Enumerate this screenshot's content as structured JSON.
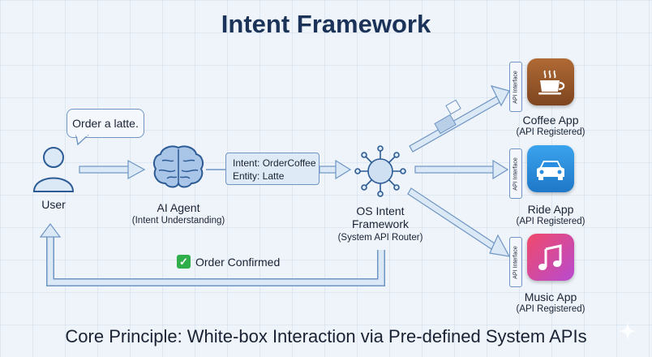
{
  "title": "Intent Framework",
  "footer": "Core Principle: White-box Interaction via Pre-defined System APIs",
  "user": {
    "label": "User",
    "speech": "Order a latte."
  },
  "agent": {
    "label": "AI Agent",
    "sublabel": "(Intent Understanding)"
  },
  "intent": {
    "line1": "Intent: OrderCoffee",
    "line2": "Entity: Latte"
  },
  "os": {
    "line1": "OS Intent",
    "line2": "Framework",
    "sublabel": "(System API Router)"
  },
  "confirmation": "Order Confirmed",
  "api_tab_label": "API Interface",
  "apps": [
    {
      "name": "Coffee App",
      "status": "(API Registered)",
      "icon": "coffee-cup-icon",
      "color": "#9a5a2a"
    },
    {
      "name": "Ride App",
      "status": "(API Registered)",
      "icon": "car-icon",
      "color": "#2a8ee0"
    },
    {
      "name": "Music App",
      "status": "(API Registered)",
      "icon": "music-note-icon",
      "color": "#e0397a"
    }
  ],
  "colors": {
    "arrow": "#6f95c4",
    "arrow_fill": "#dbe8f6",
    "title": "#1b3358"
  }
}
